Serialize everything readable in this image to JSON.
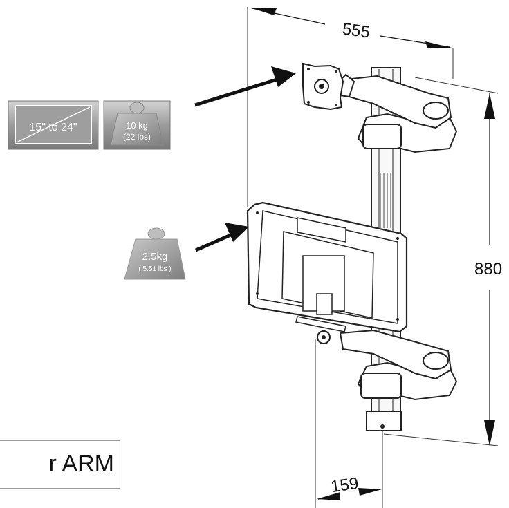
{
  "dimensions": {
    "width": "555",
    "height": "880",
    "depth": "159"
  },
  "badges": {
    "screen_size": "15\" to 24\"",
    "top_weight_kg": "10 kg",
    "top_weight_lbs": "(22 lbs)",
    "lower_weight_kg": "2.5kg",
    "lower_weight_lbs": "( 5.51 lbs )"
  },
  "label": {
    "arm_text": "r ARM"
  }
}
